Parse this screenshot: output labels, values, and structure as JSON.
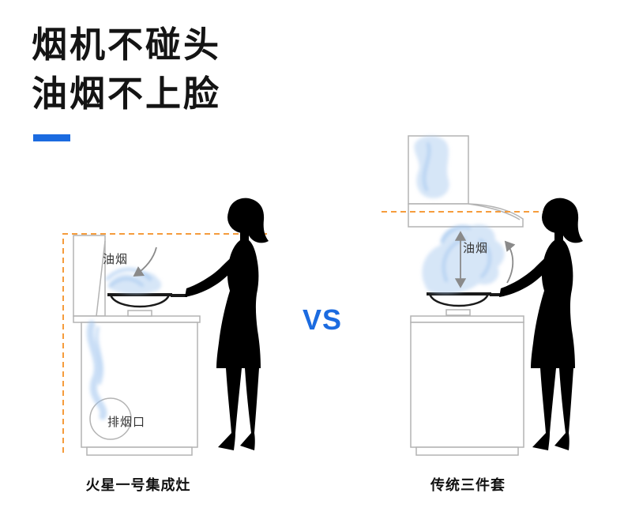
{
  "title": {
    "line1": "烟机不碰头",
    "line2": "油烟不上脸"
  },
  "vs_label": "VS",
  "left": {
    "smoke_label": "油烟",
    "outlet_label": "排烟口",
    "caption": "火星一号集成灶"
  },
  "right": {
    "smoke_label": "油烟",
    "caption": "传统三件套"
  },
  "colors": {
    "accent_blue": "#1b6be0",
    "dash_orange": "#f59c3c",
    "smoke_blue": "#aecdf0",
    "outline_gray": "#b3b3b3"
  },
  "icons": {
    "smoke_flow": "curved-arrow",
    "rise_distance": "double-vertical-arrow"
  }
}
